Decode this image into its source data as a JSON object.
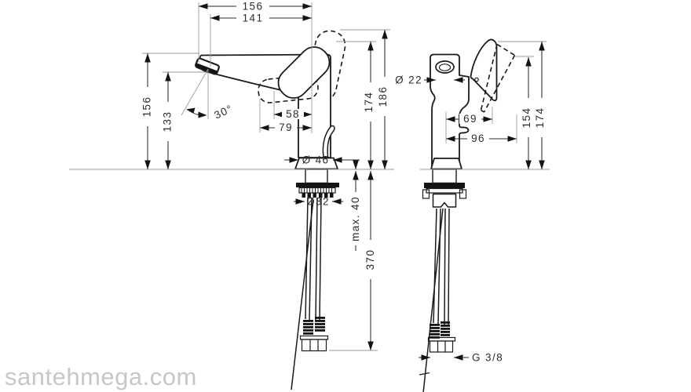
{
  "watermark": "santehmega.com",
  "front_view": {
    "spout_reach_total": "156",
    "spout_reach": "141",
    "height_left_total": "156",
    "spout_outlet_height": "133",
    "aerator_angle": "30°",
    "handle_offset_small": "58",
    "handle_offset_large": "79",
    "body_diameter": "Ø 46",
    "height_to_handle": "174",
    "height_handle_up": "186",
    "shank_diameter": "Ø32",
    "max_deck_thickness": "max. 40",
    "hose_length": "370"
  },
  "side_view": {
    "spout_diameter": "Ø 22",
    "handle_projection_small": "69",
    "handle_projection_large": "96",
    "height_to_spout": "154",
    "height_to_handle": "174",
    "connection_thread": "G 3/8"
  }
}
